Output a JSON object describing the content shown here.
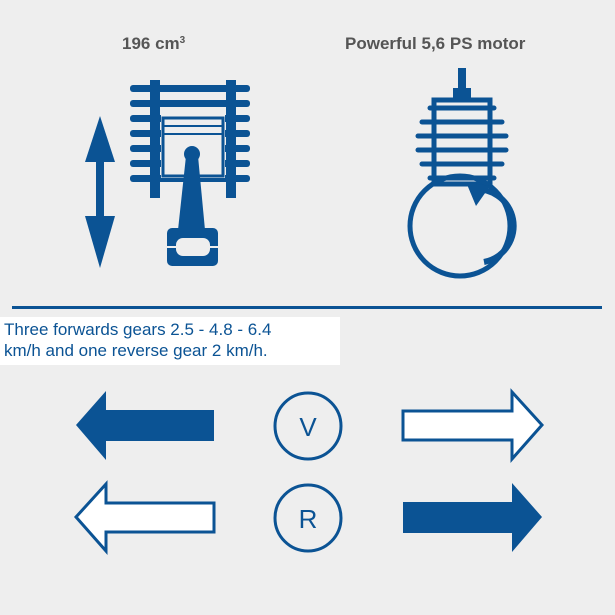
{
  "top": {
    "displacement_value": "196 cm",
    "displacement_sup": "3",
    "motor_label": "Powerful 5,6 PS motor"
  },
  "gears": {
    "text_line1": "Three forwards gears 2.5 - 4.8 - 6.4",
    "text_line2": "km/h and one reverse gear 2 km/h.",
    "forward_letter": "V",
    "reverse_letter": "R"
  },
  "colors": {
    "accent": "#0b5394",
    "label_gray": "#555555",
    "background": "#eeeeee"
  },
  "icons": [
    "piston-icon",
    "stroke-arrow-icon",
    "motor-icon",
    "arrow-left-filled-icon",
    "arrow-right-outline-icon",
    "arrow-left-outline-icon",
    "arrow-right-filled-icon"
  ]
}
